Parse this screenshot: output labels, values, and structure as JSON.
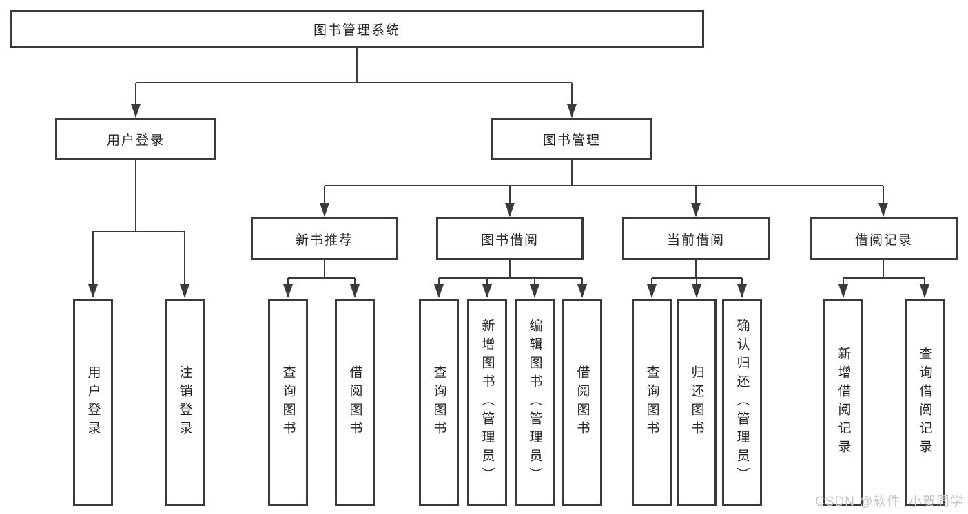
{
  "diagram": {
    "title": "图书管理系统",
    "branches": [
      {
        "label": "用户登录",
        "children": [
          {
            "label": "用户登录"
          },
          {
            "label": "注销登录"
          }
        ]
      },
      {
        "label": "图书管理",
        "children": [
          {
            "label": "新书推荐",
            "children": [
              {
                "label": "查询图书"
              },
              {
                "label": "借阅图书"
              }
            ]
          },
          {
            "label": "图书借阅",
            "children": [
              {
                "label": "查询图书"
              },
              {
                "label": "新增图书（管理员）"
              },
              {
                "label": "编辑图书（管理员）"
              },
              {
                "label": "借阅图书"
              }
            ]
          },
          {
            "label": "当前借阅",
            "children": [
              {
                "label": "查询图书"
              },
              {
                "label": "归还图书"
              },
              {
                "label": "确认归还（管理员）"
              }
            ]
          },
          {
            "label": "借阅记录",
            "children": [
              {
                "label": "新增借阅记录"
              },
              {
                "label": "查询借阅记录"
              }
            ]
          }
        ]
      }
    ]
  },
  "watermark": {
    "text": "CSDN @软件_小贺同学"
  },
  "colors": {
    "line": "#3a3a3a",
    "box_border": "#3a3a3a",
    "text": "#262626",
    "watermark": "#c6c6c6",
    "background": "#ffffff"
  }
}
